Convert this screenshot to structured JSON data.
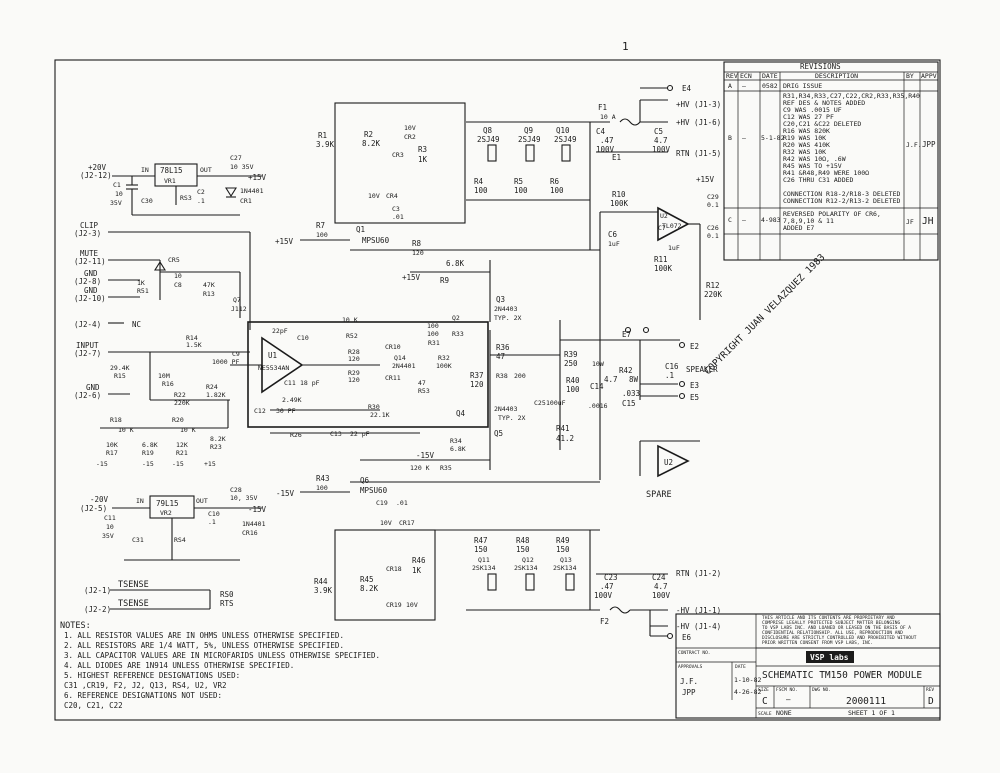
{
  "sheet_mark": "1",
  "revisions": {
    "heading": "REVISIONS",
    "columns": [
      "REV",
      "ECN",
      "DATE",
      "DESCRIPTION",
      "BY",
      "APPV"
    ],
    "rows": [
      {
        "rev": "A",
        "ecn": "—",
        "date": "0582",
        "desc": [
          "DRIG ISSUE"
        ],
        "by": "",
        "appv": ""
      },
      {
        "rev": "B",
        "ecn": "—",
        "date": "5-1-82",
        "desc": [
          "R31,R34,R33,C27,C22,CR2,R33,R35,R40",
          "REF DES & NOTES ADDED",
          "C9 WAS .0015 UF",
          "C12 WAS 27 PF",
          "C20,C21 &C22 DELETED",
          "R16 WAS 820K",
          "R19 WAS 10K",
          "R20 WAS 410K",
          "R32 WAS 10K",
          "R42 WAS 10Ω, .6W",
          "R45 WAS TO +15V",
          "R41 &R48,R49 WERE 100Ω",
          "C26 THRU C31 ADDED",
          "CONNECTION R18-2/R18-3 DELETED",
          "CONNECTION R12-2/R13-2 DELETED"
        ],
        "by": "J.F.",
        "appv": "JPP"
      },
      {
        "rev": "C",
        "ecn": "—",
        "date": "4-983",
        "desc": [
          "REVERSED POLARITY OF CR6,",
          "7,8,9,10 & 11",
          "ADDED E7"
        ],
        "by": "JF",
        "appv": "JH"
      }
    ]
  },
  "copyright": "COPYRIGHT JUAN VELAZQUEZ 1983",
  "title_block": {
    "proprietary": [
      "THIS ARTICLE AND ITS CONTENTS ARE PROPRIETARY AND",
      "COMPRISE LEGALLY PROTECTED SUBJECT MATTER BELONGING",
      "TO VSP LABS INC. AND LOANED OR LEASED ON THE BASIS OF A",
      "CONFIDENTIAL RELATIONSHIP. ALL USE, REPRODUCTION AND",
      "DISCLOSURE ARE STRICTLY CONTROLLED AND PROHIBITED WITHOUT",
      "PRIOR WRITTEN CONSENT FROM VSP LABS, INC."
    ],
    "logo": "VSP labs",
    "title": "SCHEMATIC TM150 POWER MODULE",
    "size_label": "SIZE",
    "size": "C",
    "fscm_label": "FSCM NO.",
    "fscm": "—",
    "dwg_label": "DWG NO.",
    "dwg": "2000111",
    "rev_label": "REV",
    "rev": "D",
    "scale_label": "SCALE",
    "scale": "NONE",
    "sheet": "SHEET 1 OF 1",
    "contract_label": "CONTRACT NO.",
    "approvals_label": "APPROVALS",
    "date_label": "DATE",
    "drawn": "J.F.",
    "drawn_date": "1-10-82",
    "checked": "JPP",
    "checked_date": "4-26-82"
  },
  "notes": {
    "heading": "NOTES:",
    "items": [
      "1. ALL RESISTOR VALUES ARE IN OHMS UNLESS OTHERWISE SPECIFIED.",
      "2. ALL RESISTORS ARE 1/4 WATT, 5%, UNLESS OTHERWISE SPECIFIED.",
      "3. ALL CAPACITOR VALUES ARE IN MICROFARIDS UNLESS OTHERWISE SPECIFIED.",
      "4. ALL DIODES ARE 1N914 UNLESS OTHERWISE SPECIFIED.",
      "5. HIGHEST REFERENCE DESIGNATIONS USED:",
      "   C31 ,CR19, F2, J2, Q13, RS4, U2, VR2",
      "6. REFERENCE DESIGNATIONS NOT USED:",
      "   C20, C21, C22"
    ]
  },
  "connectors": {
    "p20v": "+20V",
    "p20v_pin": "(J2-12)",
    "clip": "CLIP",
    "clip_pin": "(J2-3)",
    "mute": "MUTE",
    "mute_pin": "(J2-11)",
    "gnd1": "GND",
    "gnd1_pin": "(J2-8)",
    "gnd2": "GND",
    "gnd2_pin": "(J2-10)",
    "nc_pin": "(J2-4)",
    "nc": "NC",
    "input": "INPUT",
    "input_pin": "(J2-7)",
    "gnd3": "GND",
    "gnd3_pin": "(J2-6)",
    "m20v": "-20V",
    "m20v_pin": "(J2-5)",
    "tsense1_pin": "(J2-1)",
    "tsense1": "TSENSE",
    "tsense2_pin": "(J2-2)",
    "tsense2": "TSENSE",
    "e4": "E4",
    "hv_j13": "+HV (J1-3)",
    "hv_j16": "+HV (J1-6)",
    "rtn_j15": "RTN (J1-5)",
    "e7": "E7",
    "e2": "E2",
    "speaker": "SPEAKER",
    "e3": "E3",
    "e5": "E5",
    "rtn_j12": "RTN (J1-2)",
    "mhv_j11": "-HV (J1-1)",
    "mhv_j14": "-HV (J1-4)",
    "e6": "E6",
    "spare": "SPARE"
  },
  "components": {
    "vr1": "78L15",
    "vr1_ref": "VR1",
    "vr2": "79L15",
    "vr2_ref": "VR2",
    "c1": "C1",
    "c1_val": "10",
    "c1_v": "35V",
    "c30": "C30",
    "c2": "C2",
    "c2_val": ".1",
    "c27": "C27",
    "c27_val": "10 35V",
    "cr1": "CR1",
    "cr1_part": "1N4401",
    "plus15": "+15V",
    "minus15": "-15V",
    "in": "IN",
    "out": "OUT",
    "rs3": "RS3",
    "rs4": "RS4",
    "c11": "C11",
    "c11_val": "10",
    "c11_v": "35V",
    "c31": "C31",
    "c10": "C10",
    "c10_val": ".1",
    "c28": "C28",
    "c28_val": "10, 35V",
    "cr16": "CR16",
    "cr16_part": "1N4401",
    "r1": "R1",
    "r1_val": "3.9K",
    "r2": "R2",
    "r2_val": "8.2K",
    "cr2": "CR2",
    "cr2_val": "10V",
    "cr3": "CR3",
    "r3": "R3",
    "r3_val": "1K",
    "cr4": "CR4",
    "cr4_val": "10V",
    "c3": "C3",
    "c3_val": ".01",
    "q1": "Q1",
    "q1_part": "MPSU60",
    "r7": "R7",
    "r7_val": "100",
    "r8": "R8",
    "r8_val": "120",
    "q8": "Q8",
    "q8_part": "2SJ49",
    "q9": "Q9",
    "q9_part": "2SJ49",
    "q10": "Q10",
    "q10_part": "2SJ49",
    "r4": "R4",
    "r4_val": "100",
    "r5": "R5",
    "r5_val": "100",
    "r6": "R6",
    "r6_val": "100",
    "f1": "F1",
    "f1_val": "10 A",
    "c4": "C4",
    "c4_val": ".47",
    "c4_v": "100V",
    "c5": "C5",
    "c5_val": "4.7",
    "c5_v": "100V",
    "e1": "E1",
    "r10": "R10",
    "r10_val": "100K",
    "c6": "C6",
    "c6_val": "1uF",
    "c7": "C7",
    "c7_val": "1uF",
    "r11": "R11",
    "r11_val": "100K",
    "u2": "U2",
    "u2_part": "TL072",
    "c29": "C29",
    "c29_val": "0.1",
    "c26": "C26",
    "c26_val": "0.1",
    "r12": "R12",
    "r12_val": "220K",
    "cr5": "CR5",
    "r51": "R51",
    "r51_val": "1K",
    "c8": "C8",
    "c8_val": "10",
    "r13": "R13",
    "r13_val": "47K",
    "q7": "Q7",
    "q7_part": "J112",
    "r14": "R14",
    "r14_val": "1.5K",
    "c9": "C9",
    "c9_val": "1000 PF",
    "r15": "R15",
    "r15_val": "29.4K",
    "r16": "R16",
    "r16_val": "10M",
    "r22": "R22",
    "r22_val": "220K",
    "r24": "R24",
    "r24_val": "1.82K",
    "u1": "U1",
    "u1_part": "NE5534AN",
    "c10b": "C10",
    "c10b_val": "22pF",
    "r52": "R52",
    "r52_val": "10 K",
    "r28": "R28",
    "r28_val": "120",
    "r29": "R29",
    "r29_val": "120",
    "c11b": "C11",
    "c11b_val": "18 pF",
    "cr10": "CR10",
    "cr11": "CR11",
    "q14": "Q14",
    "q14_part": "2N4401",
    "r33": "R33",
    "r33_val": "100",
    "r31": "R31",
    "r31_val": "100",
    "r32": "R32",
    "r32_val": "100K",
    "r53": "R53",
    "r53_val": "47",
    "q2": "Q2",
    "q3": "Q3",
    "q3_part": "2N4403",
    "q3_typ": "TYP. 2X",
    "r9": "R9",
    "r9_val": "6.8K",
    "r36": "R36",
    "r36_val": "47",
    "r37": "R37",
    "r37_val": "120",
    "r38": "R38",
    "r38_val": "200",
    "r39": "R39",
    "r39_val": "250",
    "r39_w": "10W",
    "r40": "R40",
    "r40_val": "100",
    "c25": "C25",
    "c25_val": "100uF",
    "c14": "C14",
    "c14_val": ".0016",
    "r41": "R41",
    "r41_val": "41.2",
    "r42": "R42",
    "r42_val": "4.7",
    "r42_w": "8W",
    "c15": "C15",
    "c15_val": ".033",
    "c16": "C16",
    "c16_val": ".1",
    "q4": "Q4",
    "q5": "Q5",
    "q5_part": "2N4403",
    "q5_typ": "TYP. 2X",
    "r34": "R34",
    "r34_val": "6.8K",
    "r35": "R35",
    "r35_val": "120 K",
    "c12": "C12",
    "c12_val": "30 PF",
    "r30": "R30",
    "r30_val": "22.1K",
    "r26": "R26",
    "r26_val": "2.49K",
    "c13": "C13",
    "c13_val": "22 pF",
    "r18": "R18",
    "r18_val": "10 K",
    "r17": "R17",
    "r17_val": "10K",
    "r19": "R19",
    "r19_val": "6.8K",
    "r20": "R20",
    "r20_val": "10 K",
    "r21": "R21",
    "r21_val": "12K",
    "r23": "R23",
    "r23_val": "8.2K",
    "r43": "R43",
    "r43_val": "100",
    "q6": "Q6",
    "q6_part": "MPSU60",
    "c19": "C19",
    "c19_val": ".01",
    "cr17": "CR17",
    "cr17_val": "10V",
    "r44": "R44",
    "r44_val": "3.9K",
    "r45": "R45",
    "r45_val": "8.2K",
    "cr18": "CR18",
    "r46": "R46",
    "r46_val": "1K",
    "cr19": "CR19",
    "cr19_val": "10V",
    "r47": "R47",
    "r47_val": "150",
    "r48": "R48",
    "r48_val": "150",
    "r49": "R49",
    "r49_val": "150",
    "q11": "Q11",
    "q11_part": "2SK134",
    "q12": "Q12",
    "q12_part": "2SK134",
    "q13": "Q13",
    "q13_part": "2SK134",
    "c23": "C23",
    "c23_val": ".47",
    "c23_v": "100V",
    "c24": "C24",
    "c24_val": "4.7",
    "c24_v": "100V",
    "f2": "F2",
    "rs0": "RS0",
    "rs0_part": "RTS",
    "nfb": "+15",
    "neg15": "-15"
  }
}
